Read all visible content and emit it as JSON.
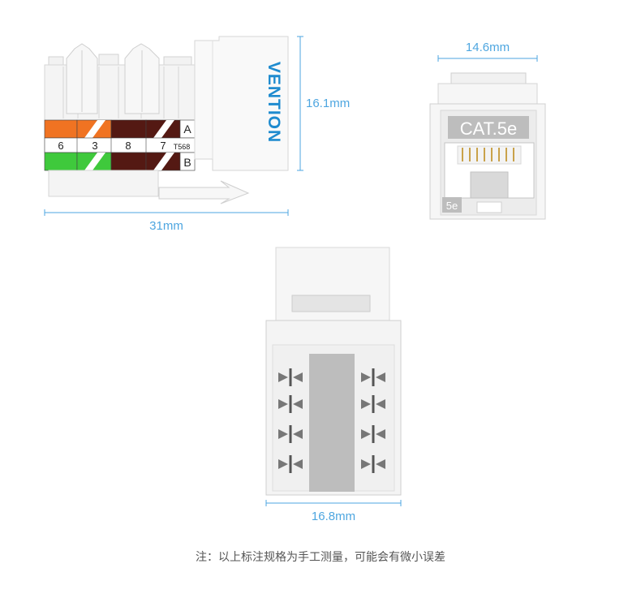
{
  "brand": "VENTION",
  "dimensions": {
    "side_height": "16.1mm",
    "side_length": "31mm",
    "front_width": "14.6mm",
    "top_width": "16.8mm"
  },
  "labels": {
    "category": "CAT.5e",
    "category_short": "5e"
  },
  "wiring": {
    "numbers": [
      "6",
      "3",
      "8",
      "7"
    ],
    "standard": "T568",
    "row_a": "A",
    "row_b": "B"
  },
  "colors": {
    "dimension": "#4ea6e0",
    "brand": "#1f8bcf",
    "orange": "#f07322",
    "green": "#3fc93c",
    "brown": "#541913"
  },
  "footnote": "注：以上标注规格为手工测量，可能会有微小误差"
}
